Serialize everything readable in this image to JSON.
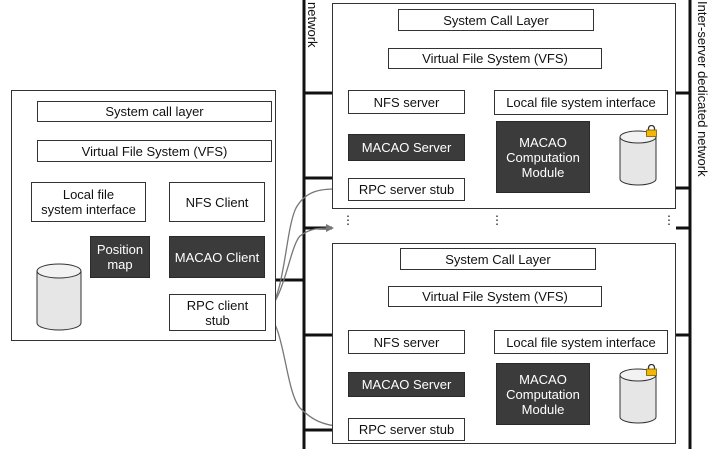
{
  "labels": {
    "network": "network",
    "inter_server_network": "Inter-server dedicated network",
    "dots": "⋮"
  },
  "client": {
    "system_call_layer": "System call layer",
    "vfs": "Virtual File System (VFS)",
    "local_fs_interface": "Local file\nsystem interface",
    "nfs_client": "NFS Client",
    "position_map": "Position\nmap",
    "macao_client": "MACAO Client",
    "rpc_client_stub": "RPC client\nstub"
  },
  "servers": [
    {
      "system_call_layer": "System Call Layer",
      "vfs": "Virtual File System (VFS)",
      "nfs_server": "NFS server",
      "local_fs_interface": "Local file system interface",
      "macao_server": "MACAO Server",
      "macao_computation": "MACAO\nComputation\nModule",
      "rpc_server_stub": "RPC server stub"
    },
    {
      "system_call_layer": "System Call Layer",
      "vfs": "Virtual File System (VFS)",
      "nfs_server": "NFS server",
      "local_fs_interface": "Local file system interface",
      "macao_server": "MACAO Server",
      "macao_computation": "MACAO\nComputation\nModule",
      "rpc_server_stub": "RPC server stub"
    }
  ],
  "colors": {
    "dark_box": "#3b3b3b",
    "lock": "#f2b705",
    "cylinder": "#e6e6e6"
  }
}
